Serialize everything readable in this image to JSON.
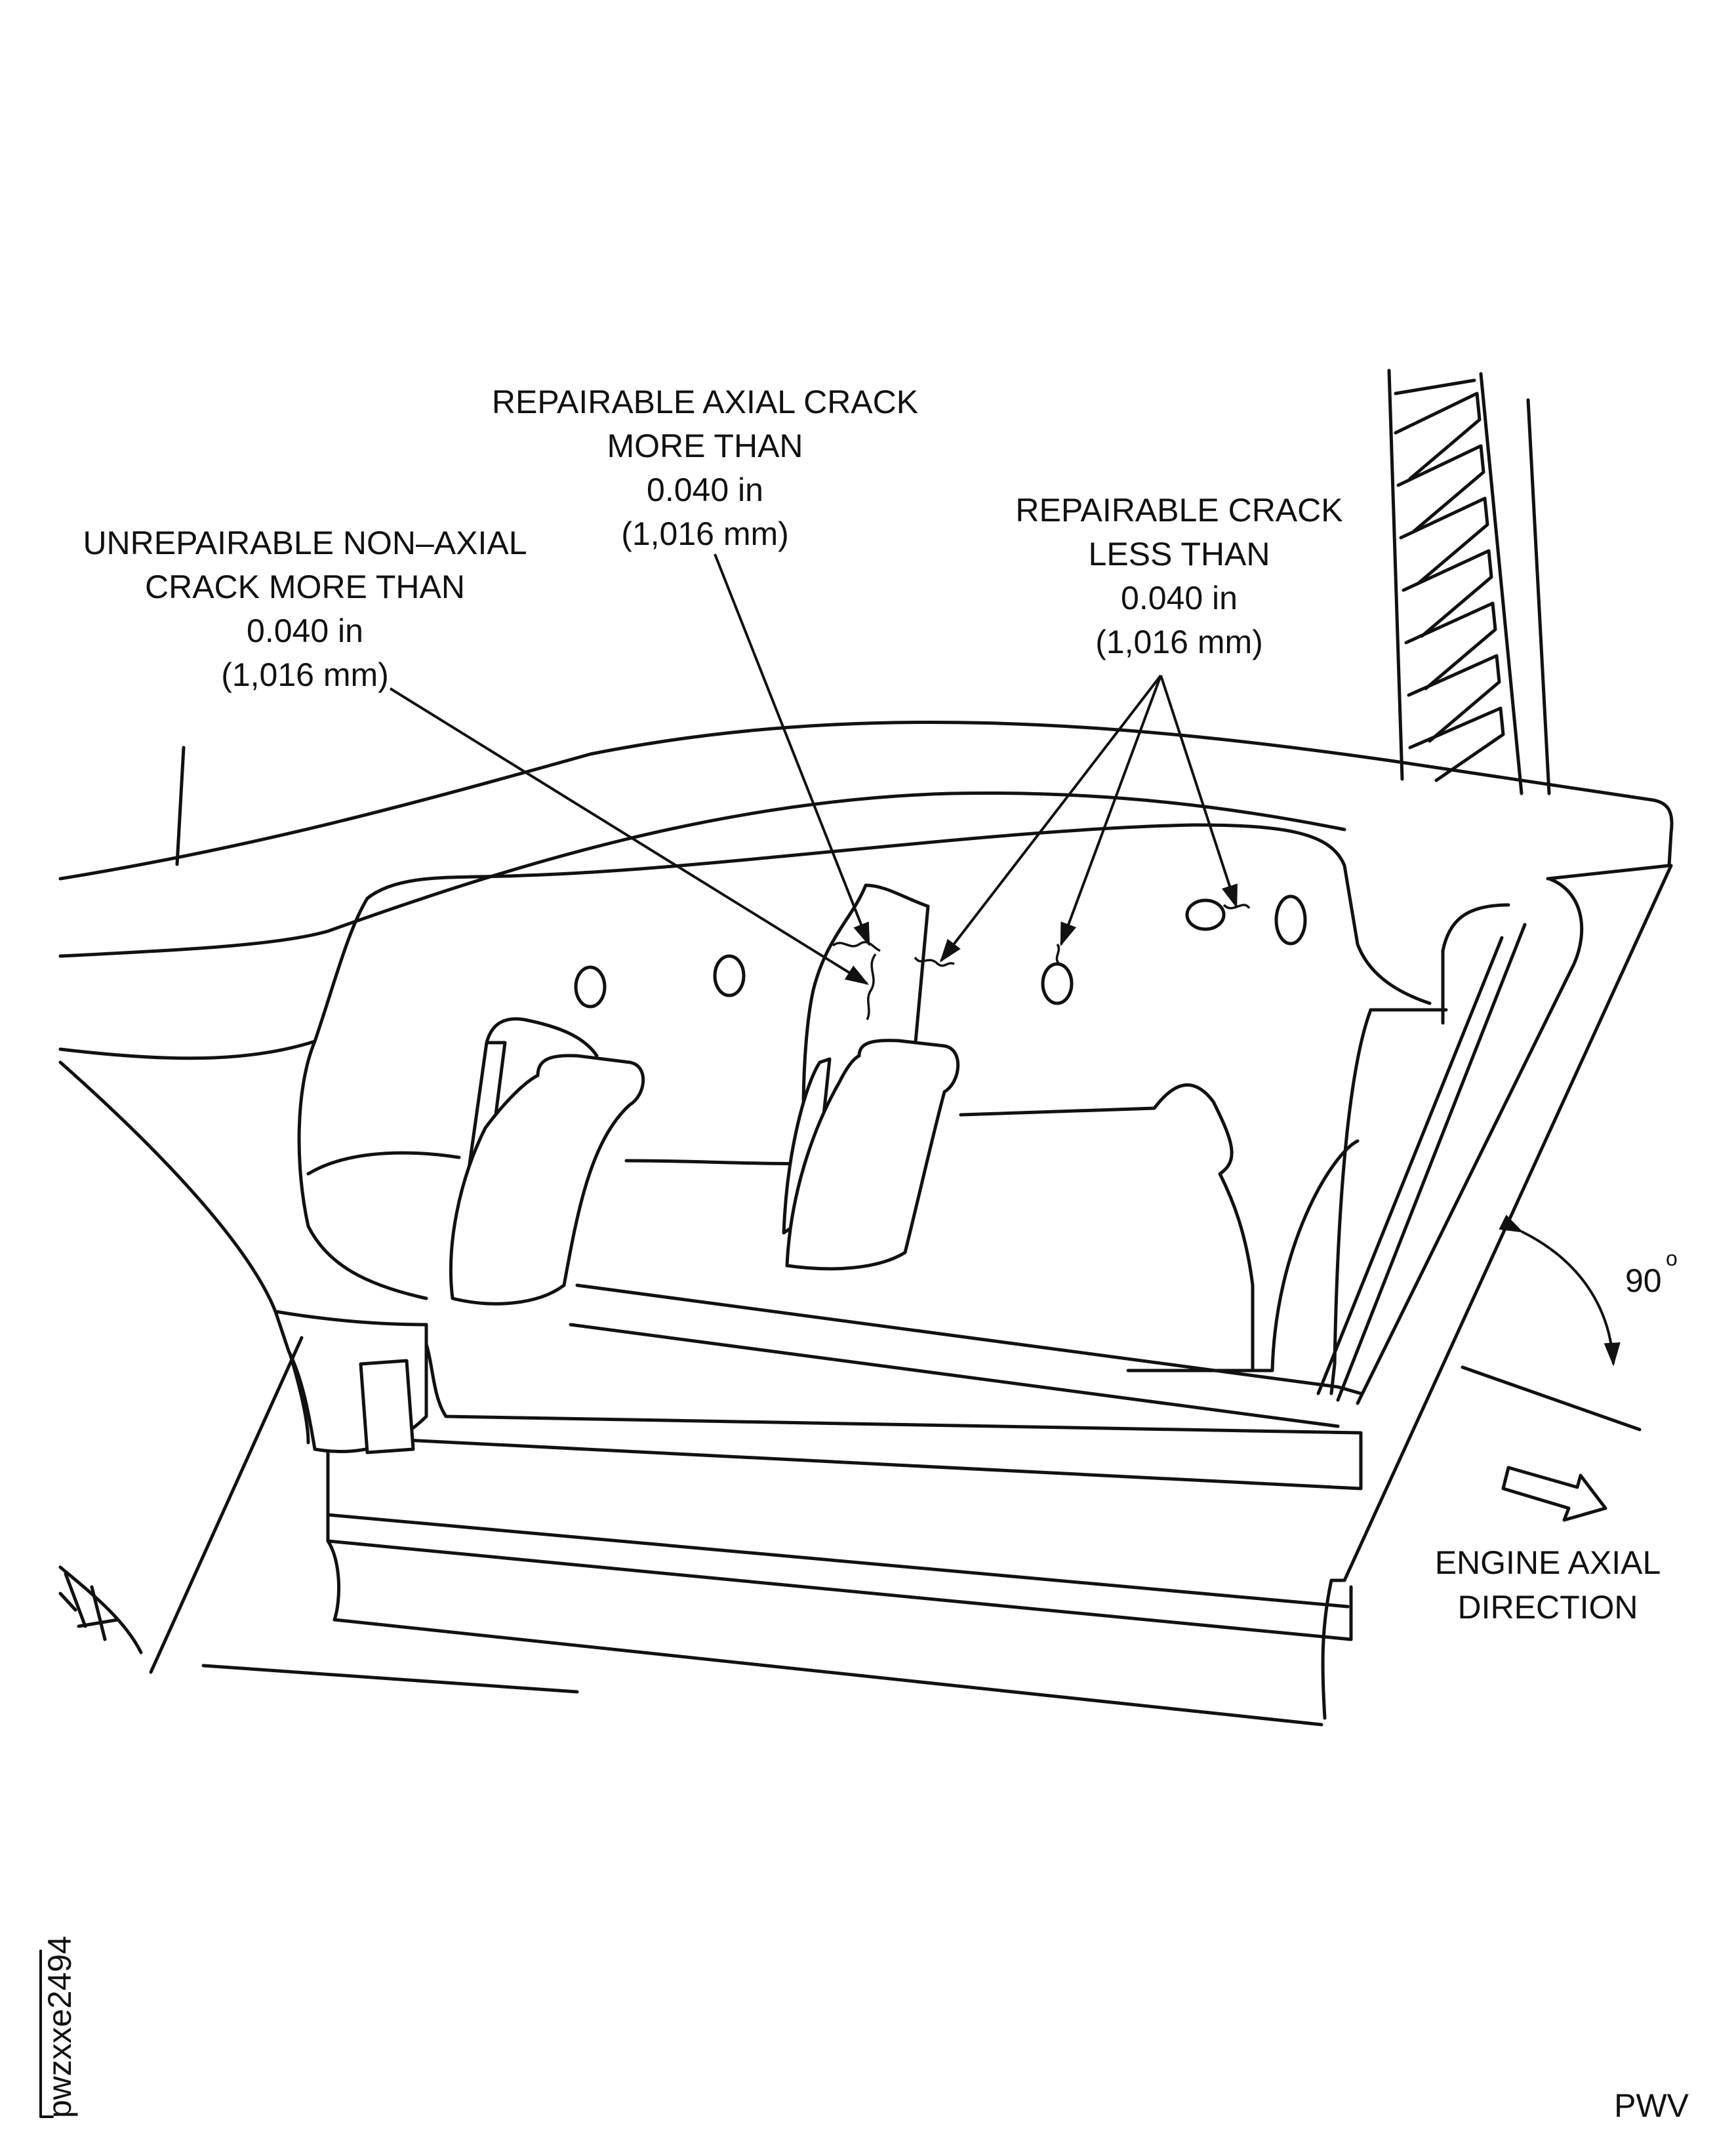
{
  "callouts": {
    "unrepairable_nonaxial": {
      "line1": "UNREPAIRABLE NON–AXIAL",
      "line2": "CRACK MORE THAN",
      "line3": "0.040 in",
      "line4": "(1,016 mm)"
    },
    "repairable_axial": {
      "line1": "REPAIRABLE AXIAL CRACK",
      "line2": "MORE THAN",
      "line3": "0.040 in",
      "line4": "(1,016 mm)"
    },
    "repairable_less": {
      "line1": "REPAIRABLE CRACK",
      "line2": "LESS THAN",
      "line3": "0.040 in",
      "line4": "(1,016 mm)"
    }
  },
  "angle": {
    "value": "90",
    "unit": "o"
  },
  "direction": {
    "line1": "ENGINE AXIAL",
    "line2": "DIRECTION"
  },
  "figure_id": "pwzxxe2494",
  "corner_code": "PWV"
}
